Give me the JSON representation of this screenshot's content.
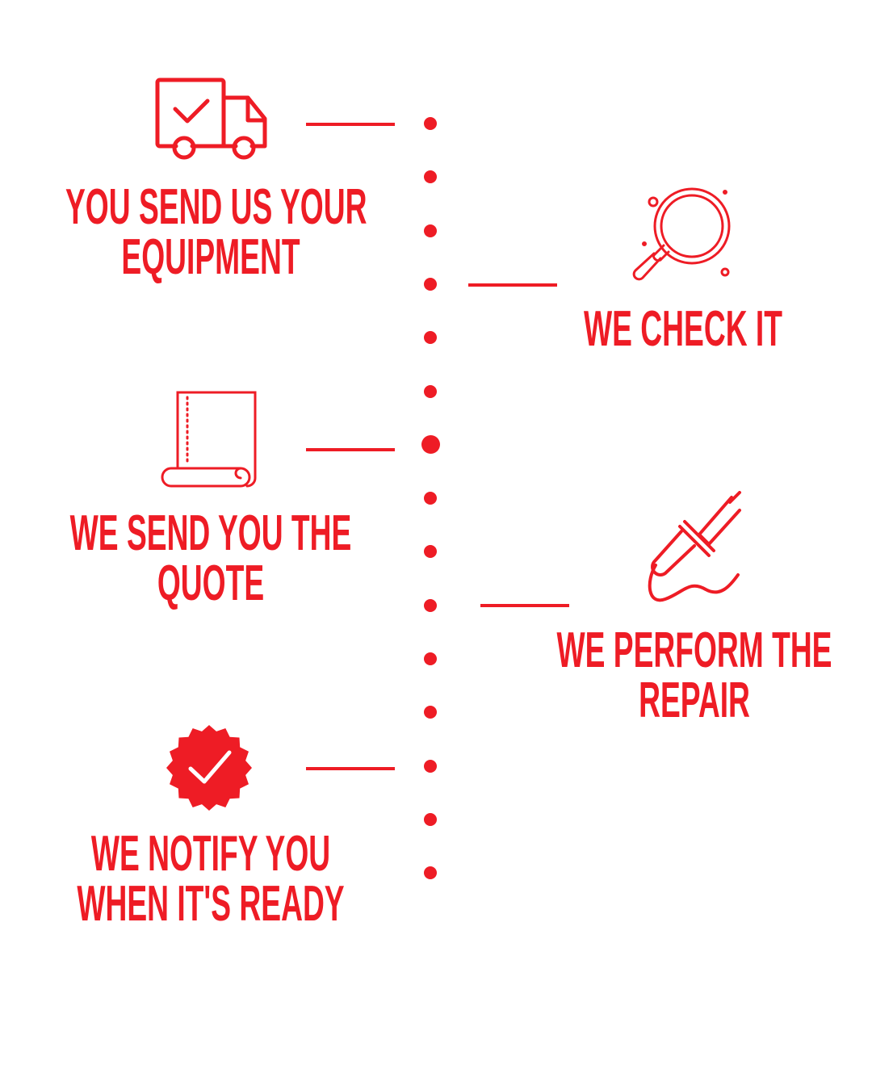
{
  "accent_color": "#ee1c25",
  "steps": [
    {
      "icon": "delivery-truck-check-icon",
      "lines": [
        "YOU SEND US YOUR",
        "EQUIPMENT"
      ]
    },
    {
      "icon": "magnifying-glass-icon",
      "lines": [
        "WE CHECK IT"
      ]
    },
    {
      "icon": "document-scroll-icon",
      "lines": [
        "WE SEND YOU THE",
        "QUOTE"
      ]
    },
    {
      "icon": "soldering-iron-icon",
      "lines": [
        "WE PERFORM THE",
        "REPAIR"
      ]
    },
    {
      "icon": "check-badge-icon",
      "lines": [
        "WE NOTIFY YOU",
        "WHEN IT'S READY"
      ]
    }
  ]
}
